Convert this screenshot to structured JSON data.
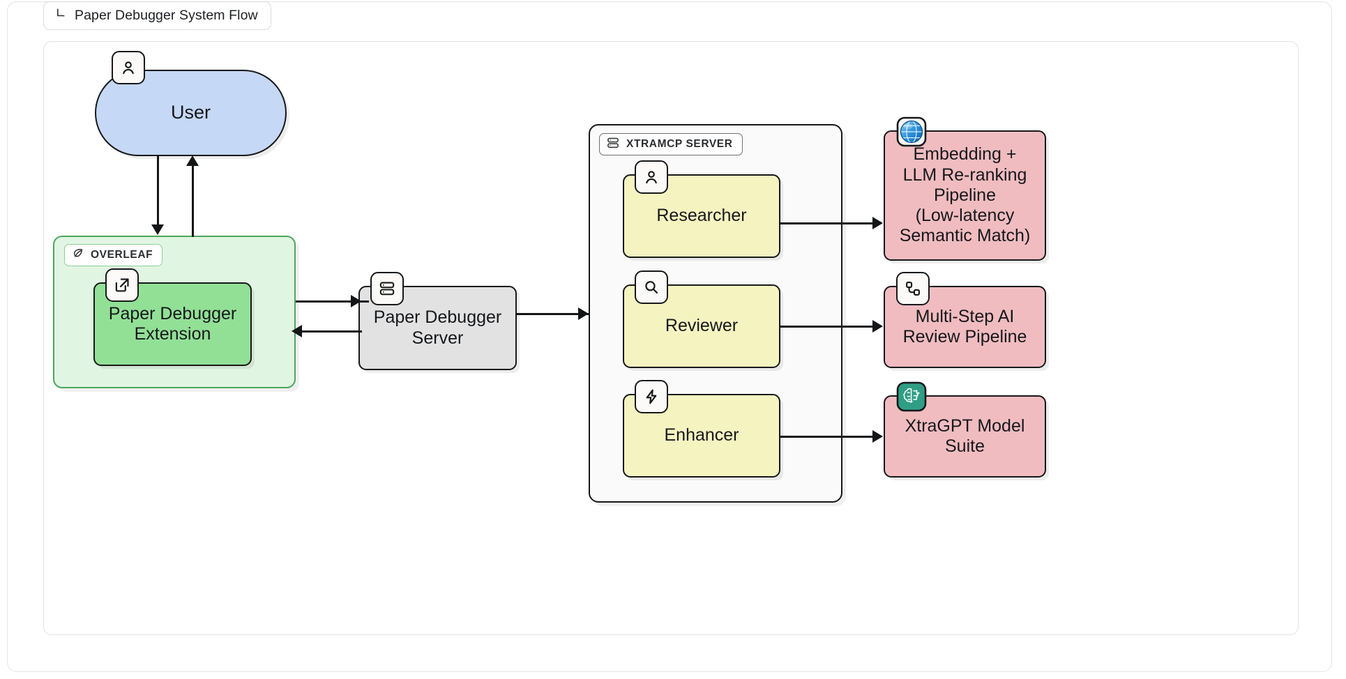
{
  "title_tab": {
    "icon": "flow-corner-icon",
    "label": "Paper Debugger System Flow"
  },
  "diagram": {
    "type": "flowchart",
    "nodes": [
      {
        "id": "user",
        "label": "User",
        "shape": "stadium",
        "icon": "person-icon",
        "fill": "#c5d8f5",
        "stroke": "#17181a"
      },
      {
        "id": "paper-debugger-extension",
        "label": "Paper Debugger Extension",
        "shape": "rounded-rect",
        "icon": "external-link-icon",
        "fill": "#92e096",
        "stroke": "#17181a"
      },
      {
        "id": "paper-debugger-server",
        "label": "Paper Debugger Server",
        "shape": "rounded-rect",
        "icon": "server-icon",
        "fill": "#e2e2e2",
        "stroke": "#17181a"
      },
      {
        "id": "researcher",
        "label": "Researcher",
        "shape": "rounded-rect",
        "icon": "person-icon",
        "fill": "#f5f3c0",
        "stroke": "#17181a"
      },
      {
        "id": "reviewer",
        "label": "Reviewer",
        "shape": "rounded-rect",
        "icon": "magnifier-icon",
        "fill": "#f5f3c0",
        "stroke": "#17181a"
      },
      {
        "id": "enhancer",
        "label": "Enhancer",
        "shape": "rounded-rect",
        "icon": "lightning-bolt-icon",
        "fill": "#f5f3c0",
        "stroke": "#17181a"
      },
      {
        "id": "embedding-pipeline",
        "label": "Embedding + LLM Re-ranking Pipeline (Low-latency Semantic Match)",
        "lines": [
          "Embedding +",
          "LLM Re-ranking",
          "Pipeline",
          "(Low-latency",
          "Semantic Match)"
        ],
        "shape": "rounded-rect",
        "icon": "globe-icon",
        "fill": "#f0bcc0",
        "stroke": "#17181a"
      },
      {
        "id": "review-pipeline",
        "label": "Multi-Step AI Review Pipeline",
        "lines": [
          "Multi-Step AI",
          "Review Pipeline"
        ],
        "shape": "rounded-rect",
        "icon": "node-graph-icon",
        "fill": "#f0bcc0",
        "stroke": "#17181a"
      },
      {
        "id": "xtragpt-model-suite",
        "label": "XtraGPT Model Suite",
        "lines": [
          "XtraGPT Model",
          "Suite"
        ],
        "shape": "rounded-rect",
        "icon": "ai-chip-icon",
        "fill": "#f0bcc0",
        "stroke": "#17181a"
      }
    ],
    "groups": [
      {
        "id": "overleaf-group",
        "label": "OVERLEAF",
        "icon": "leaf-icon",
        "fill": "#e1f5e3",
        "stroke": "#4aa85e",
        "contains": [
          "paper-debugger-extension"
        ]
      },
      {
        "id": "xtramcp-server-group",
        "label": "XTRAMCP SERVER",
        "icon": "server-icon",
        "fill": "#fafafa",
        "stroke": "#17181a",
        "contains": [
          "researcher",
          "reviewer",
          "enhancer"
        ]
      }
    ],
    "edges": [
      {
        "from": "user",
        "to": "paper-debugger-extension",
        "direction": "down"
      },
      {
        "from": "paper-debugger-extension",
        "to": "user",
        "direction": "up"
      },
      {
        "from": "paper-debugger-extension",
        "to": "paper-debugger-server",
        "direction": "right"
      },
      {
        "from": "paper-debugger-server",
        "to": "paper-debugger-extension",
        "direction": "left"
      },
      {
        "from": "paper-debugger-server",
        "to": "xtramcp-server-group",
        "direction": "right"
      },
      {
        "from": "researcher",
        "to": "embedding-pipeline",
        "direction": "right"
      },
      {
        "from": "reviewer",
        "to": "review-pipeline",
        "direction": "right"
      },
      {
        "from": "enhancer",
        "to": "xtragpt-model-suite",
        "direction": "right"
      }
    ]
  }
}
